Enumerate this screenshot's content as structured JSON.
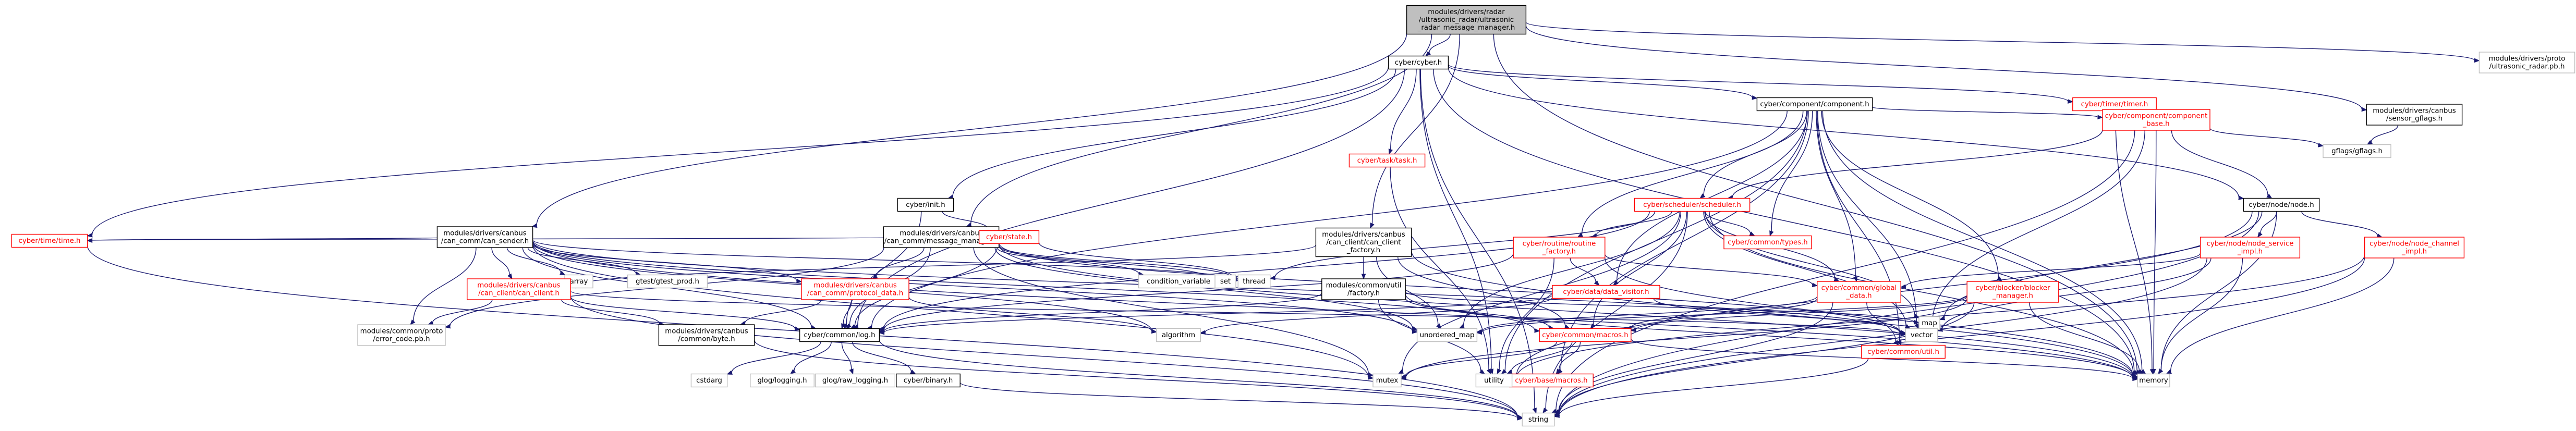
{
  "graph": {
    "title": "",
    "nodes": [
      {
        "id": "root",
        "label": [
          "modules/drivers/radar",
          "/ultrasonic_radar/ultrasonic",
          "_radar_message_manager.h"
        ],
        "style": "root"
      },
      {
        "id": "cyber_h",
        "label": [
          "cyber/cyber.h"
        ],
        "style": "black"
      },
      {
        "id": "proto_radar",
        "label": [
          "modules/drivers/proto",
          "/ultrasonic_radar.pb.h"
        ],
        "style": "gray"
      },
      {
        "id": "comp",
        "label": [
          "cyber/component/component.h"
        ],
        "style": "black"
      },
      {
        "id": "timer",
        "label": [
          "cyber/timer/timer.h"
        ],
        "style": "red"
      },
      {
        "id": "task",
        "label": [
          "cyber/task/task.h"
        ],
        "style": "red"
      },
      {
        "id": "init",
        "label": [
          "cyber/init.h"
        ],
        "style": "black"
      },
      {
        "id": "comp_base",
        "label": [
          "cyber/component/component",
          "_base.h"
        ],
        "style": "red"
      },
      {
        "id": "gflags_h",
        "label": [
          "modules/drivers/canbus",
          "/sensor_gflags.h"
        ],
        "style": "black"
      },
      {
        "id": "gflags",
        "label": [
          "gflags/gflags.h"
        ],
        "style": "gray"
      },
      {
        "id": "can_sender",
        "label": [
          "modules/drivers/canbus",
          "/can_comm/can_sender.h"
        ],
        "style": "black"
      },
      {
        "id": "msg_mgr",
        "label": [
          "modules/drivers/canbus",
          "/can_comm/message_manager.h"
        ],
        "style": "black"
      },
      {
        "id": "can_client_factory",
        "label": [
          "modules/drivers/canbus",
          "/can_client/can_client",
          "_factory.h"
        ],
        "style": "black"
      },
      {
        "id": "sched",
        "label": [
          "cyber/scheduler/scheduler.h"
        ],
        "style": "red"
      },
      {
        "id": "node_h",
        "label": [
          "cyber/node/node.h"
        ],
        "style": "black"
      },
      {
        "id": "state",
        "label": [
          "cyber/state.h"
        ],
        "style": "red"
      },
      {
        "id": "rt_factory",
        "label": [
          "cyber/routine/routine",
          "_factory.h"
        ],
        "style": "red"
      },
      {
        "id": "types",
        "label": [
          "cyber/common/types.h"
        ],
        "style": "red"
      },
      {
        "id": "svc_impl",
        "label": [
          "cyber/node/node_service",
          "_impl.h"
        ],
        "style": "red"
      },
      {
        "id": "chan_impl",
        "label": [
          "cyber/node/node_channel",
          "_impl.h"
        ],
        "style": "red"
      },
      {
        "id": "time_h",
        "label": [
          "cyber/time/time.h"
        ],
        "style": "red"
      },
      {
        "id": "array",
        "label": [
          "array"
        ],
        "style": "gray"
      },
      {
        "id": "gtest",
        "label": [
          "gtest/gtest_prod.h"
        ],
        "style": "gray"
      },
      {
        "id": "can_client",
        "label": [
          "modules/drivers/canbus",
          "/can_client/can_client.h"
        ],
        "style": "red"
      },
      {
        "id": "protocol",
        "label": [
          "modules/drivers/canbus",
          "/can_comm/protocol_data.h"
        ],
        "style": "red"
      },
      {
        "id": "cond",
        "label": [
          "condition_variable"
        ],
        "style": "gray"
      },
      {
        "id": "set",
        "label": [
          "set"
        ],
        "style": "gray"
      },
      {
        "id": "thread",
        "label": [
          "thread"
        ],
        "style": "gray"
      },
      {
        "id": "util_factory",
        "label": [
          "modules/common/util",
          "/factory.h"
        ],
        "style": "black"
      },
      {
        "id": "data_visitor",
        "label": [
          "cyber/data/data_visitor.h"
        ],
        "style": "red"
      },
      {
        "id": "global",
        "label": [
          "cyber/common/global",
          "_data.h"
        ],
        "style": "red"
      },
      {
        "id": "blocker",
        "label": [
          "cyber/blocker/blocker",
          "_manager.h"
        ],
        "style": "red"
      },
      {
        "id": "error_code",
        "label": [
          "modules/common/proto",
          "/error_code.pb.h"
        ],
        "style": "gray"
      },
      {
        "id": "byte",
        "label": [
          "modules/drivers/canbus",
          "/common/byte.h"
        ],
        "style": "black"
      },
      {
        "id": "log",
        "label": [
          "cyber/common/log.h"
        ],
        "style": "black"
      },
      {
        "id": "algorithm",
        "label": [
          "algorithm"
        ],
        "style": "gray"
      },
      {
        "id": "unordered_map",
        "label": [
          "unordered_map"
        ],
        "style": "gray"
      },
      {
        "id": "macros",
        "label": [
          "cyber/common/macros.h"
        ],
        "style": "red"
      },
      {
        "id": "map",
        "label": [
          "map"
        ],
        "style": "gray"
      },
      {
        "id": "vector",
        "label": [
          "vector"
        ],
        "style": "gray"
      },
      {
        "id": "util_h",
        "label": [
          "cyber/common/util.h"
        ],
        "style": "red"
      },
      {
        "id": "cstdarg",
        "label": [
          "cstdarg"
        ],
        "style": "gray"
      },
      {
        "id": "glog",
        "label": [
          "glog/logging.h"
        ],
        "style": "gray"
      },
      {
        "id": "glog_raw",
        "label": [
          "glog/raw_logging.h"
        ],
        "style": "gray"
      },
      {
        "id": "binary",
        "label": [
          "cyber/binary.h"
        ],
        "style": "black"
      },
      {
        "id": "mutex",
        "label": [
          "mutex"
        ],
        "style": "gray"
      },
      {
        "id": "base_macros",
        "label": [
          "cyber/base/macros.h"
        ],
        "style": "red"
      },
      {
        "id": "utility",
        "label": [
          "utility"
        ],
        "style": "gray"
      },
      {
        "id": "memory",
        "label": [
          "memory"
        ],
        "style": "gray"
      },
      {
        "id": "string",
        "label": [
          "string"
        ],
        "style": "gray"
      }
    ],
    "edges": [
      [
        "root",
        "cyber_h"
      ],
      [
        "root",
        "proto_radar"
      ],
      [
        "root",
        "gflags_h"
      ],
      [
        "root",
        "can_sender"
      ],
      [
        "root",
        "msg_mgr"
      ],
      [
        "root",
        "can_client_factory"
      ],
      [
        "root",
        "memory"
      ],
      [
        "cyber_h",
        "comp"
      ],
      [
        "cyber_h",
        "timer"
      ],
      [
        "cyber_h",
        "task"
      ],
      [
        "cyber_h",
        "init"
      ],
      [
        "cyber_h",
        "node_h"
      ],
      [
        "cyber_h",
        "log"
      ],
      [
        "cyber_h",
        "time_h"
      ],
      [
        "cyber_h",
        "utility"
      ],
      [
        "cyber_h",
        "memory"
      ],
      [
        "cyber_h",
        "string"
      ],
      [
        "comp",
        "comp_base"
      ],
      [
        "comp",
        "sched"
      ],
      [
        "comp",
        "rt_factory"
      ],
      [
        "comp",
        "types"
      ],
      [
        "comp",
        "global"
      ],
      [
        "comp",
        "blocker"
      ],
      [
        "comp",
        "data_visitor"
      ],
      [
        "comp",
        "utility"
      ],
      [
        "comp",
        "vector"
      ],
      [
        "comp",
        "memory"
      ],
      [
        "comp",
        "log"
      ],
      [
        "comp",
        "util_h"
      ],
      [
        "comp",
        "base_macros"
      ],
      [
        "timer",
        "memory"
      ],
      [
        "task",
        "utility"
      ],
      [
        "init",
        "state"
      ],
      [
        "init",
        "log"
      ],
      [
        "comp_base",
        "sched"
      ],
      [
        "comp_base",
        "node_h"
      ],
      [
        "comp_base",
        "gflags"
      ],
      [
        "comp_base",
        "memory"
      ],
      [
        "comp_base",
        "vector"
      ],
      [
        "comp_base",
        "string"
      ],
      [
        "gflags_h",
        "gflags"
      ],
      [
        "can_sender",
        "array"
      ],
      [
        "can_sender",
        "gtest"
      ],
      [
        "can_sender",
        "can_client"
      ],
      [
        "can_sender",
        "protocol"
      ],
      [
        "can_sender",
        "thread"
      ],
      [
        "can_sender",
        "time_h"
      ],
      [
        "can_sender",
        "log"
      ],
      [
        "can_sender",
        "macros"
      ],
      [
        "can_sender",
        "algorithm"
      ],
      [
        "can_sender",
        "unordered_map"
      ],
      [
        "can_sender",
        "mutex"
      ],
      [
        "can_sender",
        "vector"
      ],
      [
        "can_sender",
        "memory"
      ],
      [
        "can_sender",
        "error_code"
      ],
      [
        "msg_mgr",
        "protocol"
      ],
      [
        "msg_mgr",
        "cond"
      ],
      [
        "msg_mgr",
        "set"
      ],
      [
        "msg_mgr",
        "thread"
      ],
      [
        "msg_mgr",
        "log"
      ],
      [
        "msg_mgr",
        "time_h"
      ],
      [
        "msg_mgr",
        "error_code"
      ],
      [
        "msg_mgr",
        "unordered_map"
      ],
      [
        "msg_mgr",
        "vector"
      ],
      [
        "msg_mgr",
        "memory"
      ],
      [
        "msg_mgr",
        "mutex"
      ],
      [
        "can_client_factory",
        "util_factory"
      ],
      [
        "can_client_factory",
        "can_client"
      ],
      [
        "can_client_factory",
        "macros"
      ],
      [
        "can_client_factory",
        "unordered_map"
      ],
      [
        "can_client_factory",
        "memory"
      ],
      [
        "sched",
        "rt_factory"
      ],
      [
        "sched",
        "types"
      ],
      [
        "sched",
        "global"
      ],
      [
        "sched",
        "macros"
      ],
      [
        "sched",
        "log"
      ],
      [
        "sched",
        "thread"
      ],
      [
        "sched",
        "unordered_map"
      ],
      [
        "sched",
        "map"
      ],
      [
        "sched",
        "vector"
      ],
      [
        "sched",
        "mutex"
      ],
      [
        "sched",
        "memory"
      ],
      [
        "sched",
        "string"
      ],
      [
        "node_h",
        "svc_impl"
      ],
      [
        "node_h",
        "chan_impl"
      ],
      [
        "node_h",
        "map"
      ],
      [
        "node_h",
        "memory"
      ],
      [
        "node_h",
        "string"
      ],
      [
        "node_h",
        "utility"
      ],
      [
        "state",
        "thread"
      ],
      [
        "state",
        "log"
      ],
      [
        "rt_factory",
        "data_visitor"
      ],
      [
        "rt_factory",
        "global"
      ],
      [
        "rt_factory",
        "log"
      ],
      [
        "rt_factory",
        "utility"
      ],
      [
        "rt_factory",
        "memory"
      ],
      [
        "svc_impl",
        "global"
      ],
      [
        "svc_impl",
        "memory"
      ],
      [
        "svc_impl",
        "string"
      ],
      [
        "svc_impl",
        "vector"
      ],
      [
        "chan_impl",
        "memory"
      ],
      [
        "chan_impl",
        "string"
      ],
      [
        "chan_impl",
        "utility"
      ],
      [
        "time_h",
        "string"
      ],
      [
        "can_client",
        "log"
      ],
      [
        "can_client",
        "byte"
      ],
      [
        "can_client",
        "error_code"
      ],
      [
        "can_client",
        "string"
      ],
      [
        "can_client",
        "vector"
      ],
      [
        "protocol",
        "log"
      ],
      [
        "protocol",
        "byte"
      ],
      [
        "protocol",
        "algorithm"
      ],
      [
        "util_factory",
        "log"
      ],
      [
        "util_factory",
        "macros"
      ],
      [
        "util_factory",
        "map"
      ],
      [
        "util_factory",
        "memory"
      ],
      [
        "util_factory",
        "utility"
      ],
      [
        "data_visitor",
        "log"
      ],
      [
        "data_visitor",
        "vector"
      ],
      [
        "data_visitor",
        "algorithm"
      ],
      [
        "global",
        "macros"
      ],
      [
        "global",
        "util_h"
      ],
      [
        "global",
        "unordered_map"
      ],
      [
        "global",
        "string"
      ],
      [
        "blocker",
        "macros"
      ],
      [
        "blocker",
        "memory"
      ],
      [
        "blocker",
        "string"
      ],
      [
        "blocker",
        "unordered_map"
      ],
      [
        "blocker",
        "mutex"
      ],
      [
        "byte",
        "string"
      ],
      [
        "log",
        "cstdarg"
      ],
      [
        "log",
        "glog"
      ],
      [
        "log",
        "glog_raw"
      ],
      [
        "log",
        "binary"
      ],
      [
        "log",
        "string"
      ],
      [
        "macros",
        "base_macros"
      ],
      [
        "macros",
        "mutex"
      ],
      [
        "macros",
        "utility"
      ],
      [
        "macros",
        "memory"
      ],
      [
        "util_h",
        "string"
      ],
      [
        "binary",
        "string"
      ]
    ]
  }
}
